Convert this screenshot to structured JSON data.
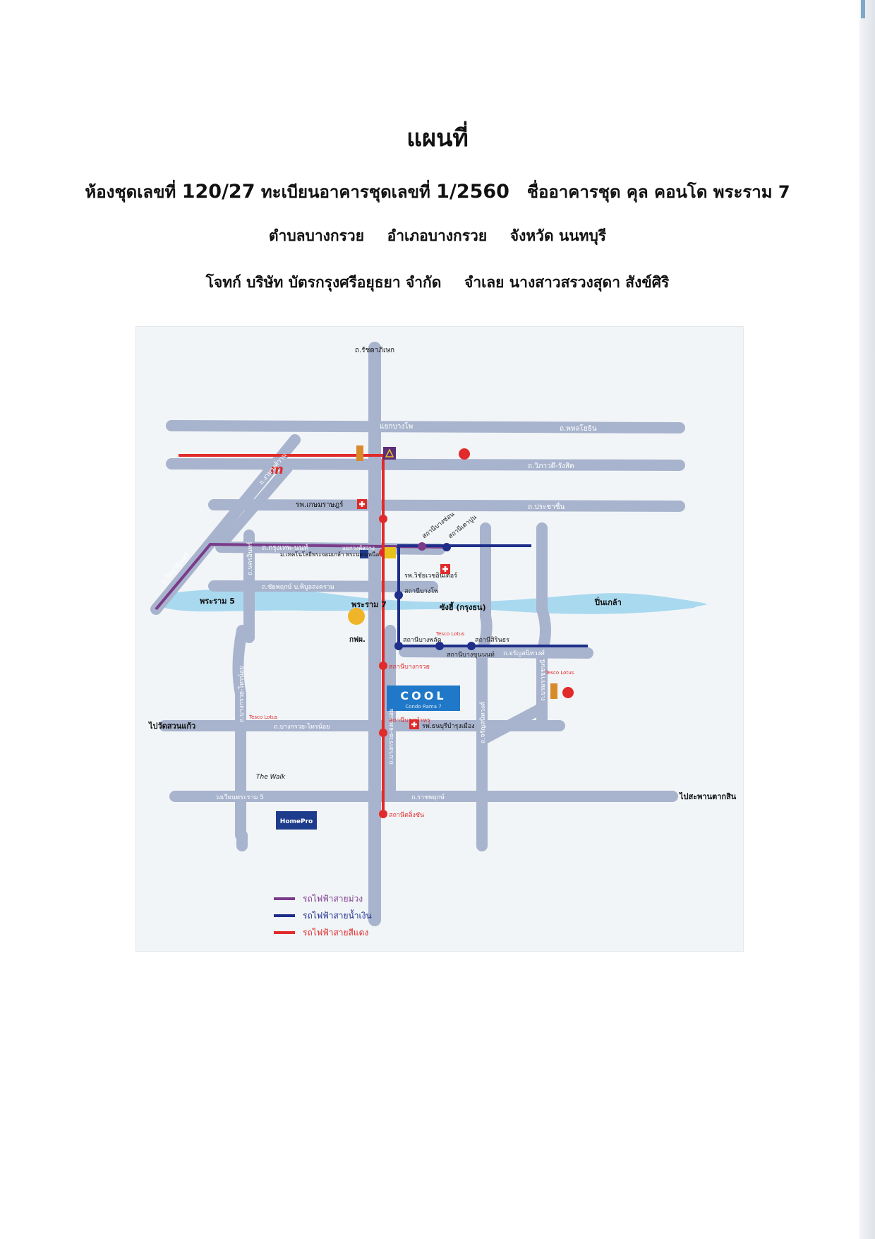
{
  "title": "แผนที่",
  "header": {
    "line1": {
      "prefix": "ห้องชุดเลขที่",
      "unit_no": "120/27",
      "reg_label": "ทะเบียนอาคารชุดเลขที่",
      "reg_no": "1/2560",
      "building": "ชื่ออาคารชุด คุล คอนโด พระราม 7"
    },
    "line2": {
      "subdistrict": "ตำบลบางกรวย",
      "district": "อำเภอบางกรวย",
      "province": "จังหวัด นนทบุรี"
    },
    "line3": {
      "plaintiff": "โจทก์ บริษัท บัตรกรุงศรีอยุธยา จำกัด",
      "defendant": "จำเลย นางสาวสรวงสุดา สังข์ศิริ"
    }
  },
  "map": {
    "roads": {
      "top": "ถ.รัชดาภิเษก",
      "r1_left": "แยกบางโพ",
      "r1_right": "ถ.พหลโยธิน",
      "r2": "ถ.วิภาวดี-รังสิต",
      "r3": "ถ.ประชาชื่น",
      "r4_left": "ถ.กรุงเทพ-นนท์",
      "r4_mid": "แยกวงศ์สว่าง",
      "r5": "ถ.ชัยพฤกษ์ บ.พิบูลสงคราม",
      "diag_outer": "ถ.รัตนาธิเบศร์",
      "diag_inner": "ถ.งามวงศ์วาน",
      "v_left_a": "ถ.นครอินทร์",
      "v_left_b": "ถ.บางกรวย-ไทรน้อย",
      "v_mid": "ถ.บางกรวย-จงถนอม",
      "v_right": "ถ.จรัญสนิทวงศ์",
      "v_far": "ถ.บรมราชชนนี",
      "r_charan": "ถ.จรัญสนิทวงศ์",
      "r_bangkruai": "ถ.บางกรวย-ไทรน้อย",
      "r_bottom": "ถ.ราชพฤกษ์",
      "to_left": "ไปวัดสวนแก้ว",
      "to_right": "ไปสะพานตากสิน",
      "bottom_left": "วงเวียนพระราม 5",
      "bridge_rama5": "พระราม 5",
      "bridge_rama7": "พระราม 7",
      "bridge_rama7_b": "ซังฮี้ (กรุงธน)",
      "pinklao": "ปิ่นเกล้า"
    },
    "stations": {
      "bangson": "สถานีบางซ่อน",
      "bangpho": "สถานีบางโพ",
      "taopoon": "สถานีเตาปูน",
      "bangkruai": "สถานีบางกรวย",
      "bangphlat": "สถานีบางพลัด",
      "sirindhorn": "สถานีสิรินธร",
      "bangkhunnon": "สถานีบางขุนนนท์",
      "bangkruai_red": "สถานีบางกรวย",
      "bangbamru": "สถานีบางบำหรุ",
      "taling_chan": "สถานีตลิ่งชัน"
    },
    "places": {
      "kasemrad": "รพ.เกษมราษฎร์",
      "kmutnb": "ม.เทคโนโลยีพระจอมเกล้า พระนครเหนือ",
      "vichaiyut": "รพ.วิชัยเวชอินเตอร์",
      "egat": "กฟผ.",
      "hospital2": "รพ.ธนบุรีบำรุงเมือง",
      "tesco": "Tesco Lotus",
      "cool_name": "COOL",
      "cool_sub": "Condo Rama 7",
      "homepro": "HomePro",
      "thewalk": "The Walk"
    },
    "legend": [
      {
        "label": "รถไฟฟ้าสายม่วง",
        "color": "#7a3b8a"
      },
      {
        "label": "รถไฟฟ้าสายน้ำเงิน",
        "color": "#1e2e8a"
      },
      {
        "label": "รถไฟฟ้าสายสีแดง",
        "color": "#e12a2a"
      }
    ],
    "colors": {
      "road": "#a8b4cd",
      "river": "#a9d9ef",
      "purple_line": "#7a3b8a",
      "blue_line": "#1e2e8a",
      "red_line": "#e12a2a",
      "condo": "#1f78c8"
    }
  }
}
